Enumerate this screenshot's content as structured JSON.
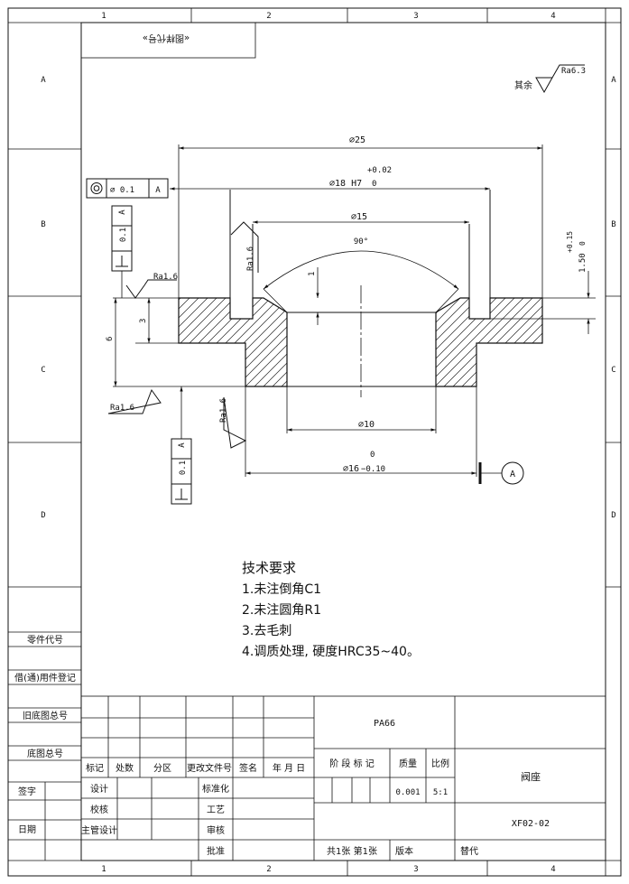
{
  "zones": {
    "cols": [
      "1",
      "2",
      "3",
      "4"
    ],
    "rows": [
      "A",
      "B",
      "C",
      "D"
    ]
  },
  "top_tag": "«图样代号»",
  "roughness": {
    "other": "其余",
    "other_value": "Ra6.3",
    "r1": "Ra1.6",
    "r2": "Ra1.6",
    "r3": "Ra1.6",
    "r4": "Ra1.6"
  },
  "tolerance": {
    "concentricity_value": "∅ 0.1",
    "concentricity_datum": "A",
    "perp_top_value": "0.1",
    "perp_top_datum": "A",
    "perp_bottom_value": "0.1",
    "perp_bottom_datum": "A"
  },
  "datum": "A",
  "dims": {
    "d25": "∅25",
    "d18": "∅18 H7",
    "d18_upper": "+0.02",
    "d18_lower": "0",
    "d15": "∅15",
    "angle": "90°",
    "d10": "∅10",
    "d16": "∅16",
    "d16_upper": "0",
    "d16_lower": "−0.10",
    "depth_right": "1.50",
    "depth_right_tol_upper": "+0.15",
    "depth_right_tol_lower": "0",
    "h1": "1",
    "h3": "3",
    "h6": "6"
  },
  "notes": {
    "title": "技术要求",
    "items": [
      "1.未注倒角C1",
      "2.未注圆角R1",
      "3.去毛刺",
      "4.调质处理, 硬度HRC35~40。"
    ]
  },
  "side_labels": [
    "零件代号",
    "借(通)用件登记",
    "旧底图总号",
    "底图总号",
    "签字",
    "日期"
  ],
  "title_block": {
    "material": "PA66",
    "part_name": "阀座",
    "drawing_no": "XF02-02",
    "headers": [
      "标记",
      "处数",
      "分区",
      "更改文件号",
      "签名",
      "年 月 日"
    ],
    "stage_label": "阶 段 标 记",
    "mass_label": "质量",
    "scale_label": "比例",
    "mass": "0.001",
    "scale": "5:1",
    "sheets": "共1张  第1张",
    "version": "版本",
    "replace": "替代",
    "roles_left": [
      "设计",
      "校核",
      "主管设计"
    ],
    "roles_mid": [
      "标准化",
      "工艺",
      "审核",
      "批准"
    ]
  }
}
